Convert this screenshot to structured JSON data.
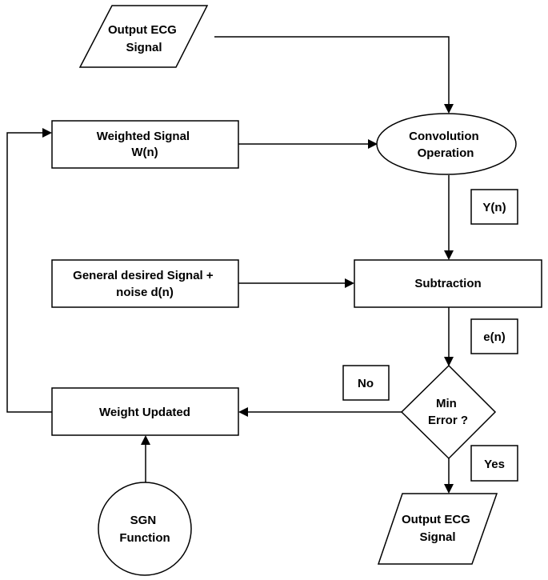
{
  "nodes": {
    "input_signal": {
      "lines": [
        "Output ECG",
        "Signal"
      ]
    },
    "weighted_signal": {
      "lines": [
        "Weighted Signal",
        "W(n)"
      ]
    },
    "convolution": {
      "lines": [
        "Convolution",
        "Operation"
      ]
    },
    "y_label": {
      "lines": [
        "Y(n)"
      ]
    },
    "desired_signal": {
      "lines": [
        "General desired Signal +",
        "noise d(n)"
      ]
    },
    "subtraction": {
      "lines": [
        "Subtraction"
      ]
    },
    "e_label": {
      "lines": [
        "e(n)"
      ]
    },
    "no_label": {
      "lines": [
        "No"
      ]
    },
    "decision": {
      "lines": [
        "Min",
        "Error ?"
      ]
    },
    "weight_updated": {
      "lines": [
        "Weight Updated"
      ]
    },
    "yes_label": {
      "lines": [
        "Yes"
      ]
    },
    "sgn_function": {
      "lines": [
        "SGN",
        "Function"
      ]
    },
    "output_signal": {
      "lines": [
        "Output ECG",
        "Signal"
      ]
    }
  },
  "colors": {
    "stroke": "#000000",
    "fill": "#ffffff",
    "text": "#000000"
  }
}
